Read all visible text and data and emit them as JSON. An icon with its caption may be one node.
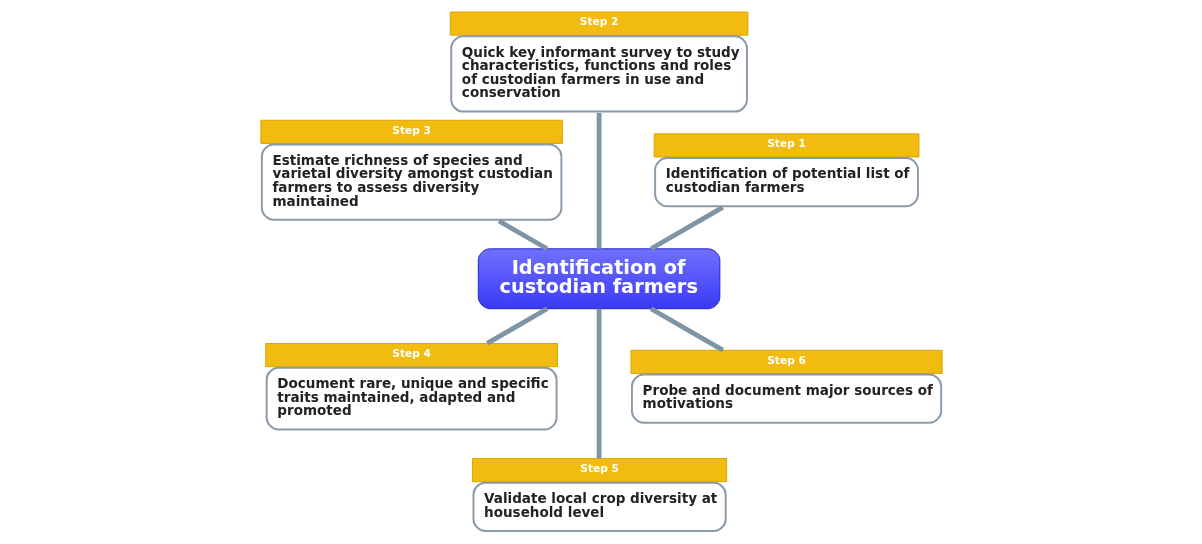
{
  "diagram": {
    "nodes": [
      {
        "text": [
          "Identification of custodian farmers"
        ]
      },
      {
        "text": [
          "Identification of potential list of custodian farmers"
        ],
        "beside": [
          "Step 1"
        ]
      },
      {
        "text": [
          "Quick key informant survey to study characteristics, functions and roles of custodian farmers in use and conservation"
        ],
        "beside": [
          "Step 2"
        ]
      },
      {
        "text": [
          "Estimate richness of species and varietal diversity amongst custodian farmers to assess diversity maintained"
        ],
        "beside": [
          "Step 3"
        ]
      },
      {
        "text": [
          "Document rare, unique and specific traits maintained, adapted and promoted"
        ],
        "beside": [
          "Step 4"
        ]
      },
      {
        "text": [
          "Validate local crop diversity at household level"
        ],
        "beside": [
          "Step 5"
        ]
      },
      {
        "text": [
          "Probe and document major sources of motivations"
        ],
        "beside": [
          "Step 6"
        ]
      }
    ],
    "edges": [
      {
        "from": 0,
        "to": 1,
        "arrow": "none"
      },
      {
        "from": 0,
        "to": 2,
        "arrow": "none"
      },
      {
        "from": 0,
        "to": 3,
        "arrow": "none"
      },
      {
        "from": 0,
        "to": 4,
        "arrow": "none"
      },
      {
        "from": 0,
        "to": 5,
        "arrow": "none"
      },
      {
        "from": 0,
        "to": 6,
        "arrow": "none"
      }
    ]
  }
}
